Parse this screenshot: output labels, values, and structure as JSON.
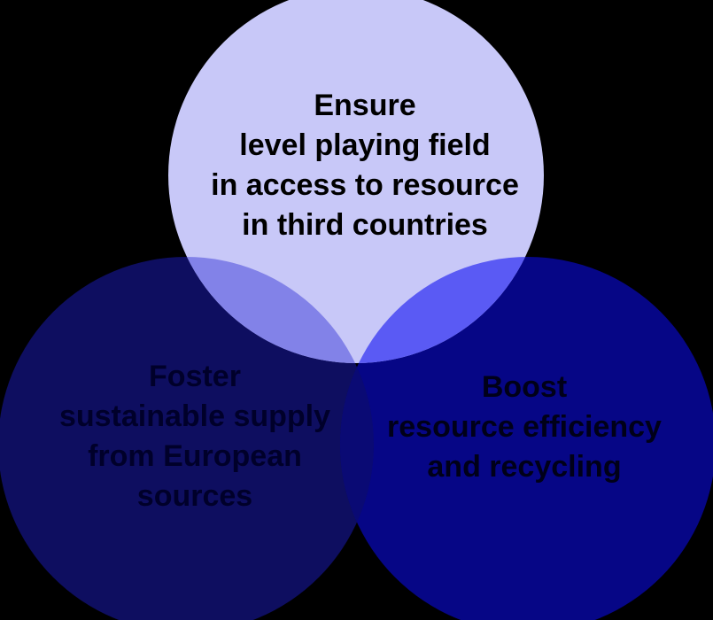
{
  "diagram": {
    "type": "venn",
    "background_color": "#000000",
    "circles": [
      {
        "id": "top",
        "fill": "#c8c8f8",
        "lines": [
          "Ensure",
          "level playing field",
          "in access to resource",
          "in third countries"
        ]
      },
      {
        "id": "left",
        "fill": "#0e0e60",
        "lines": [
          "Foster",
          "sustainable supply",
          "from European",
          "sources"
        ]
      },
      {
        "id": "right",
        "fill": "#060686",
        "lines": [
          "Boost",
          "resource efficiency",
          "and recycling"
        ]
      }
    ],
    "overlap_colors": {
      "top_left": "#8282e8",
      "top_right": "#5a5af4",
      "left_right": "#0a0a74"
    }
  }
}
